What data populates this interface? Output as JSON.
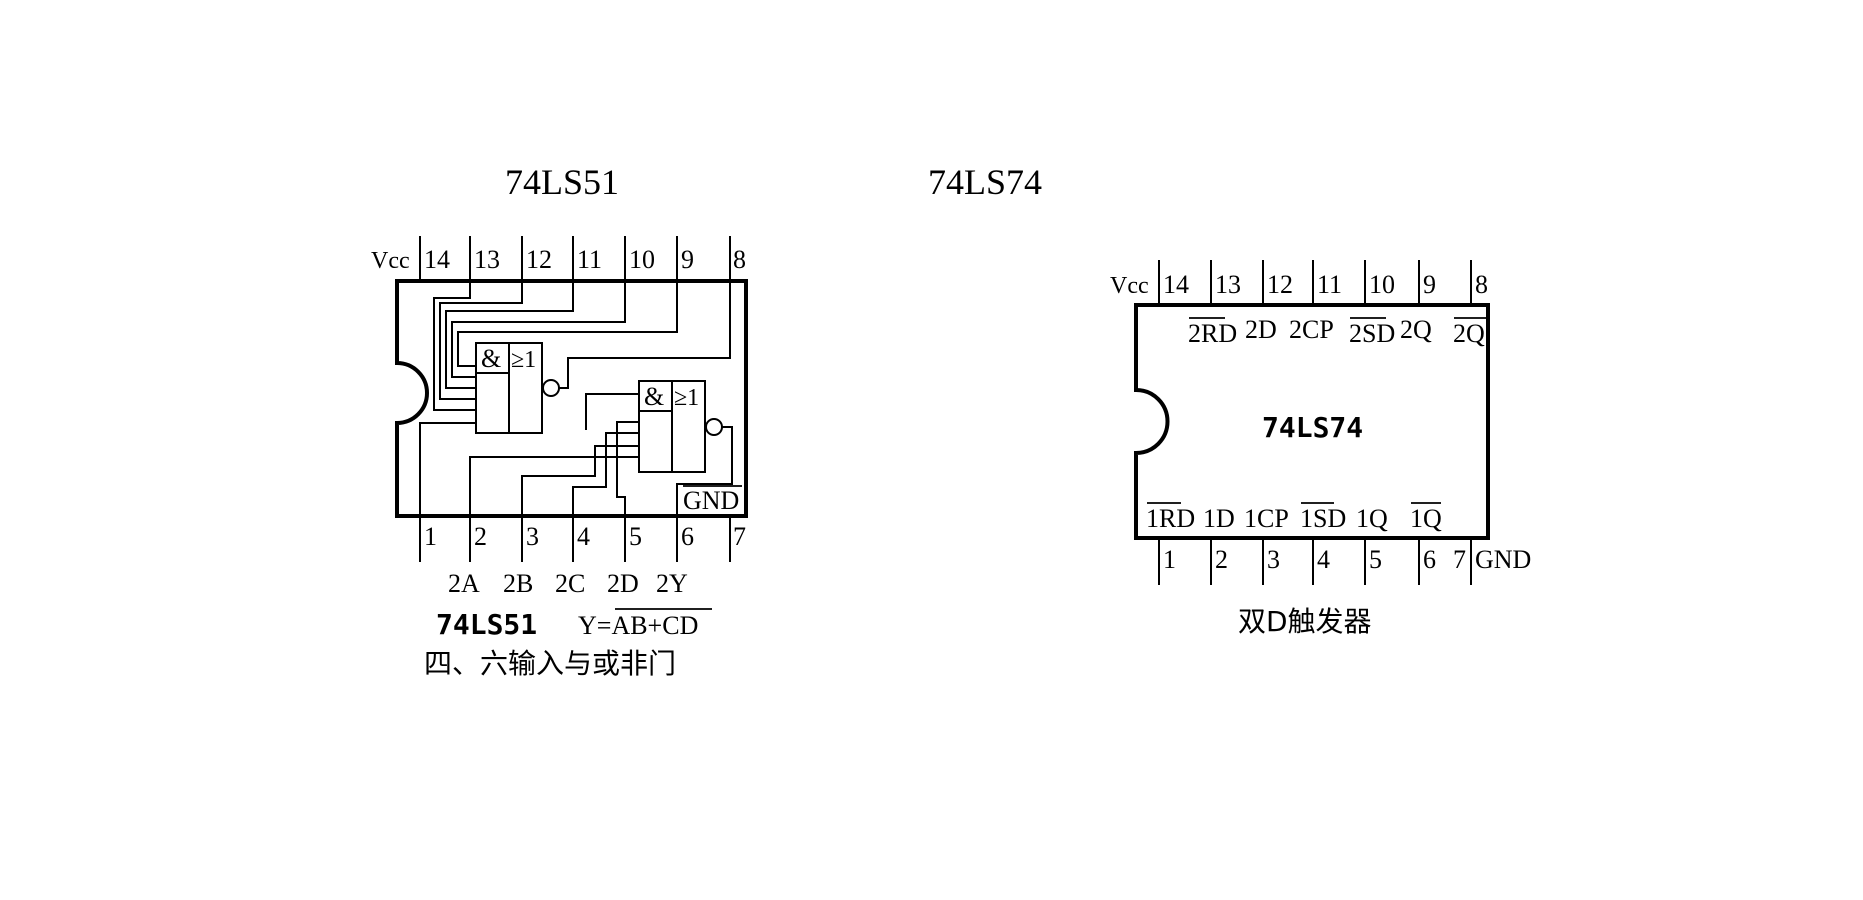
{
  "titles": {
    "left": "74LS51",
    "right": "74LS74"
  },
  "ls51": {
    "top_pins": [
      "14",
      "13",
      "12",
      "11",
      "10",
      "9",
      "8"
    ],
    "bottom_pins": [
      "1",
      "2",
      "3",
      "4",
      "5",
      "6",
      "7"
    ],
    "vcc": "Vcc",
    "gnd": "GND",
    "gate_and": "&",
    "gate_or": "≥1",
    "inputs": [
      "2A",
      "2B",
      "2C",
      "2D",
      "2Y"
    ],
    "name": "74LS51",
    "formula": "Y=AB+CD",
    "desc": "四、六输入与或非门"
  },
  "ls74": {
    "top_pins": [
      "14",
      "13",
      "12",
      "11",
      "10",
      "9",
      "8"
    ],
    "bottom_pins": [
      "1",
      "2",
      "3",
      "4",
      "5",
      "6",
      "7"
    ],
    "vcc": "Vcc",
    "gnd": "GND",
    "top_signals": [
      "2RD",
      "2D",
      "2CP",
      "2SD",
      "2Q",
      "2Q"
    ],
    "bottom_signals": [
      "1RD",
      "1D",
      "1CP",
      "1SD",
      "1Q",
      "1Q"
    ],
    "center_label": "74LS74",
    "desc": "双D触发器"
  }
}
